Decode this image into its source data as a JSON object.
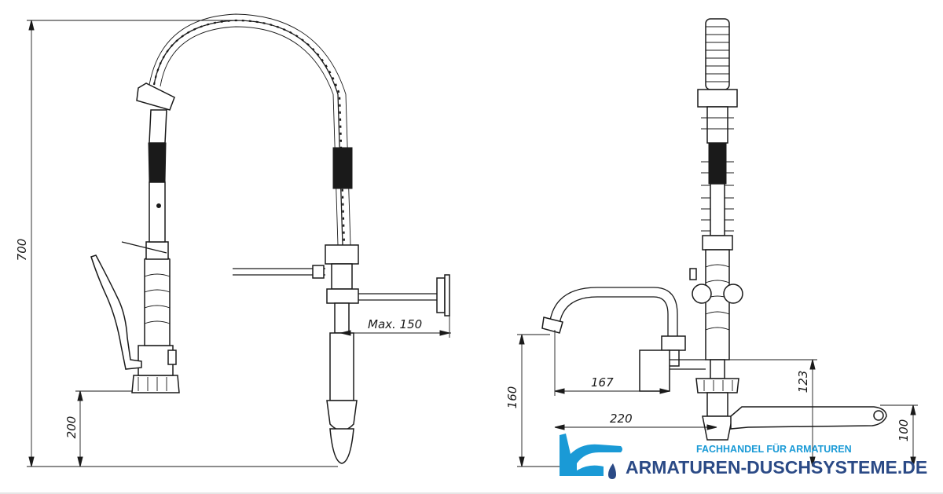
{
  "dimensions": {
    "total_height": "700",
    "base_height": "200",
    "max_reach": "Max. 150",
    "spout_reach": "167",
    "spout_reach_total": "220",
    "spout_height": "160",
    "side_height": "123",
    "lever_height": "100"
  },
  "logo": {
    "tagline": "FACHHANDEL FÜR ARMATUREN",
    "brand": "ARMATUREN-DUSCHSYSTEME.DE",
    "primary_color": "#2b4a86",
    "accent_color": "#1a9ad6",
    "tagline_color": "#1a9ad6"
  }
}
